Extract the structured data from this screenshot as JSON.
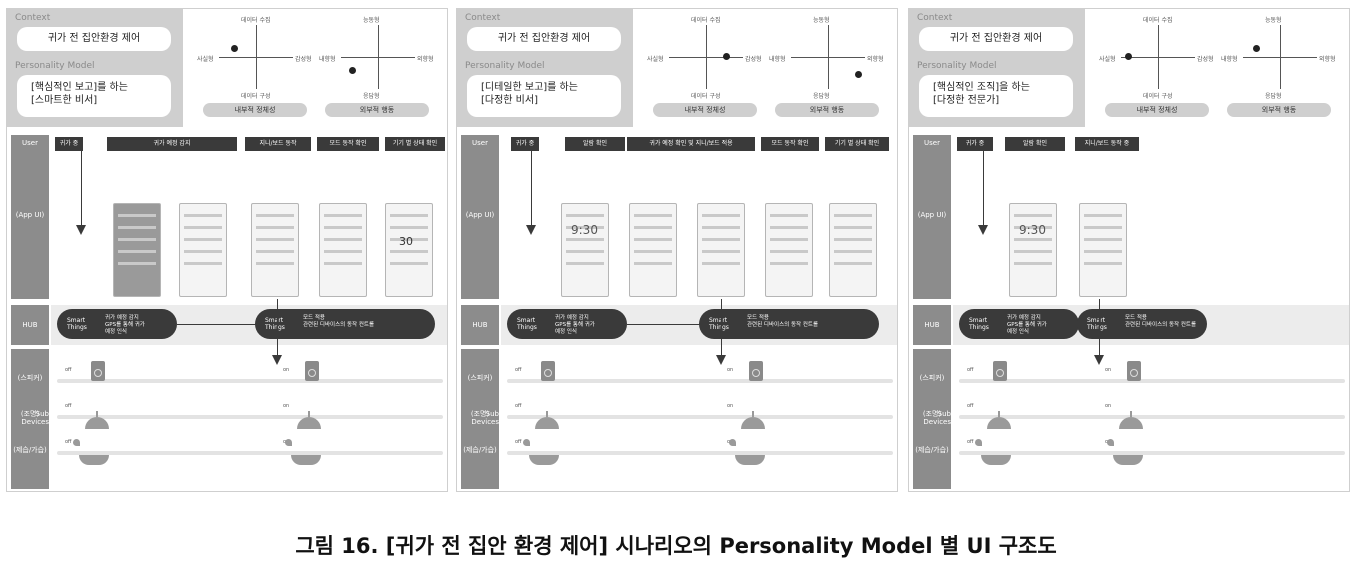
{
  "panels": [
    {
      "context_label": "Context",
      "context_value": "귀가 전 집안환경 제어",
      "model_label": "Personality Model",
      "model_line1": "[핵심적인 보고]를 하는",
      "model_line2": "[스마트한 비서]",
      "internal": {
        "top": "데이터 수집",
        "bottom": "데이터 구성",
        "left": "사실형",
        "right": "감성형",
        "cap": "내부적 정체성"
      },
      "external": {
        "top": "능동형",
        "bottom": "응답형",
        "left": "내향형",
        "right": "외향형",
        "cap": "외부적 행동"
      },
      "steps": [
        "귀가 중",
        "귀가 예정 감지",
        "지니/보드 동작",
        "모드 동작 확인",
        "기기 별 상태 확인"
      ],
      "hub1_line1": "귀가 예정 감지",
      "hub1_line2": "GPS를 통해 귀가",
      "hub1_line3": "예정 인식",
      "hub2_line1": "모드 적용",
      "hub2_line2": "관련된 디바이스의 동작 컨트롤"
    },
    {
      "context_label": "Context",
      "context_value": "귀가 전 집안환경 제어",
      "model_label": "Personality Model",
      "model_line1": "[디테일한 보고]를 하는",
      "model_line2": "[다정한 비서]",
      "internal": {
        "top": "데이터 수집",
        "bottom": "데이터 구성",
        "left": "사실형",
        "right": "감성형",
        "cap": "내부적 정체성"
      },
      "external": {
        "top": "능동형",
        "bottom": "응답형",
        "left": "내향형",
        "right": "외향형",
        "cap": "외부적 행동"
      },
      "steps": [
        "귀가 중",
        "알람 확인",
        "귀가 예정 확인 및 지니/보드 적용",
        "모드 동작 확인",
        "기기 별 상태 확인"
      ],
      "hub1_line1": "귀가 예정 감지",
      "hub1_line2": "GPS를 통해 귀가",
      "hub1_line3": "예정 인식",
      "hub2_line1": "모드 적용",
      "hub2_line2": "관련된 디바이스의 동작 컨트롤"
    },
    {
      "context_label": "Context",
      "context_value": "귀가 전 집안환경 제어",
      "model_label": "Personality Model",
      "model_line1": "[핵심적인 조직]을 하는",
      "model_line2": "[다정한 전문가]",
      "internal": {
        "top": "데이터 수집",
        "bottom": "데이터 구성",
        "left": "사실형",
        "right": "감성형",
        "cap": "내부적 정체성"
      },
      "external": {
        "top": "능동형",
        "bottom": "응답형",
        "left": "내향형",
        "right": "외향형",
        "cap": "외부적 행동"
      },
      "steps": [
        "귀가 중",
        "알람 확인",
        "지니/보드 동작 중"
      ],
      "hub1_line1": "귀가 예정 감지",
      "hub1_line2": "GPS를 통해 귀가",
      "hub1_line3": "예정 인식",
      "hub2_line1": "모드 적용",
      "hub2_line2": "관련된 디바이스의 동작 컨트롤"
    }
  ],
  "lanes": {
    "user": "User",
    "app": "(App UI)",
    "hub": "HUB",
    "speaker": "(스피커)",
    "light": "(조명)",
    "humid": "(제습/가습)",
    "sub1": "Sub",
    "sub2": "Devices"
  },
  "hub_name1": "Smart",
  "hub_name2": "Things",
  "state_off": "off",
  "state_on": "on",
  "phone_time": "9:30",
  "phone_num": "30",
  "caption": "그림 16. [귀가 전 집안 환경 제어] 시나리오의 Personality Model 별 UI 구조도"
}
